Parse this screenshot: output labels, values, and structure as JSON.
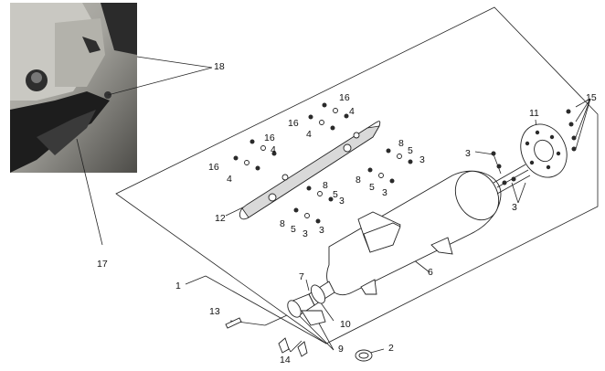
{
  "diagram": {
    "callouts": {
      "c1": "1",
      "c2": "2",
      "c3a": "3",
      "c3b": "3",
      "c3c": "3",
      "c3d": "3",
      "c3e": "3",
      "c3f": "3",
      "c3g": "3",
      "c4a": "4",
      "c4b": "4",
      "c4c": "4",
      "c4d": "4",
      "c5a": "5",
      "c5b": "5",
      "c5c": "5",
      "c6": "6",
      "c7": "7",
      "c8a": "8",
      "c8b": "8",
      "c8c": "8",
      "c9": "9",
      "c10": "10",
      "c11": "11",
      "c12": "12",
      "c13": "13",
      "c14": "14",
      "c15": "15",
      "c16a": "16",
      "c16b": "16",
      "c16c": "16",
      "c16d": "16",
      "c17": "17",
      "c18": "18"
    },
    "colors": {
      "line": "#222222",
      "photo_dark": "#2a2a2a",
      "photo_mid": "#8a8a86",
      "panel_fill": "#ffffff"
    }
  }
}
